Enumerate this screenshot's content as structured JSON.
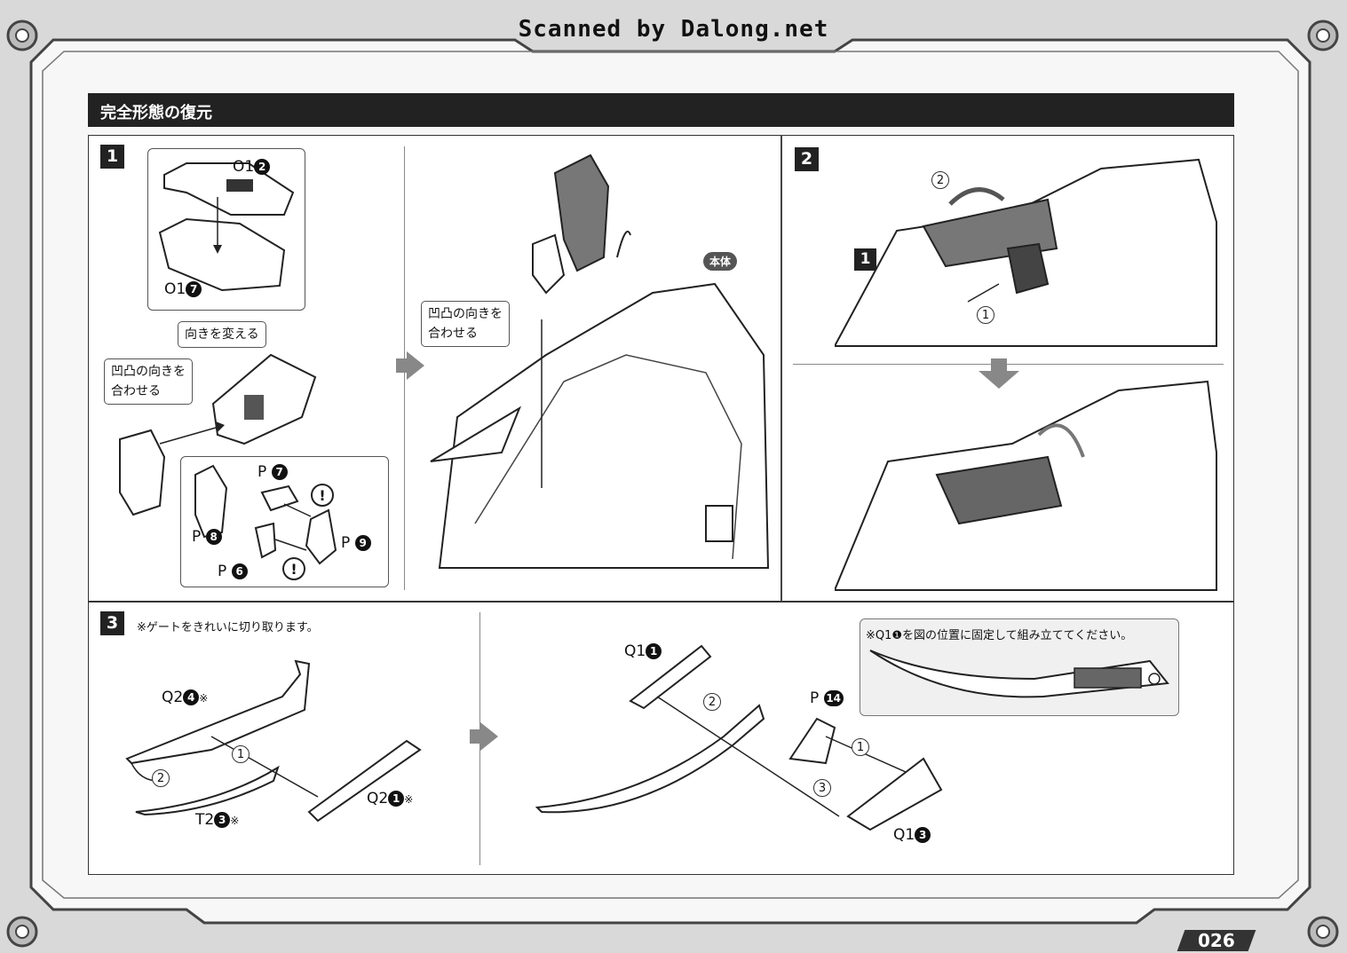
{
  "watermark": "Scanned by Dalong.net",
  "section_title": "完全形態の復元",
  "steps": {
    "s1": "1",
    "s2": "2",
    "s3": "3",
    "s2_sub": "1"
  },
  "step1": {
    "o1_2": "O1",
    "o1_2_num": "2",
    "o1_7": "O1",
    "o1_7_num": "7",
    "callout_turn": "向きを変える",
    "callout_align_a_1": "凹凸の向きを",
    "callout_align_a_2": "合わせる",
    "p7": "P",
    "p7_num": "7",
    "p8": "P",
    "p8_num": "8",
    "p9": "P",
    "p9_num": "9",
    "p6": "P",
    "p6_num": "6",
    "warn": "!",
    "callout_align_b_1": "凹凸の向きを",
    "callout_align_b_2": "合わせる",
    "body_tag": "本体"
  },
  "step2": {
    "circ1": "1",
    "circ2": "2"
  },
  "step3": {
    "gate_note": "※ゲートをきれいに切り取ります。",
    "q2_4": "Q2",
    "q2_4_num": "4",
    "q2_4_mark": "※",
    "t2_3": "T2",
    "t2_3_num": "3",
    "t2_3_mark": "※",
    "q2_1": "Q2",
    "q2_1_num": "1",
    "q2_1_mark": "※",
    "c1": "1",
    "c2": "2",
    "q1_1": "Q1",
    "q1_1_num": "1",
    "p14": "P",
    "p14_num": "14",
    "q1_3": "Q1",
    "q1_3_num": "3",
    "r1": "1",
    "r2": "2",
    "r3": "3",
    "fix_note": "※Q1❶を図の位置に固定して組み立ててください。"
  },
  "page_number": "026"
}
